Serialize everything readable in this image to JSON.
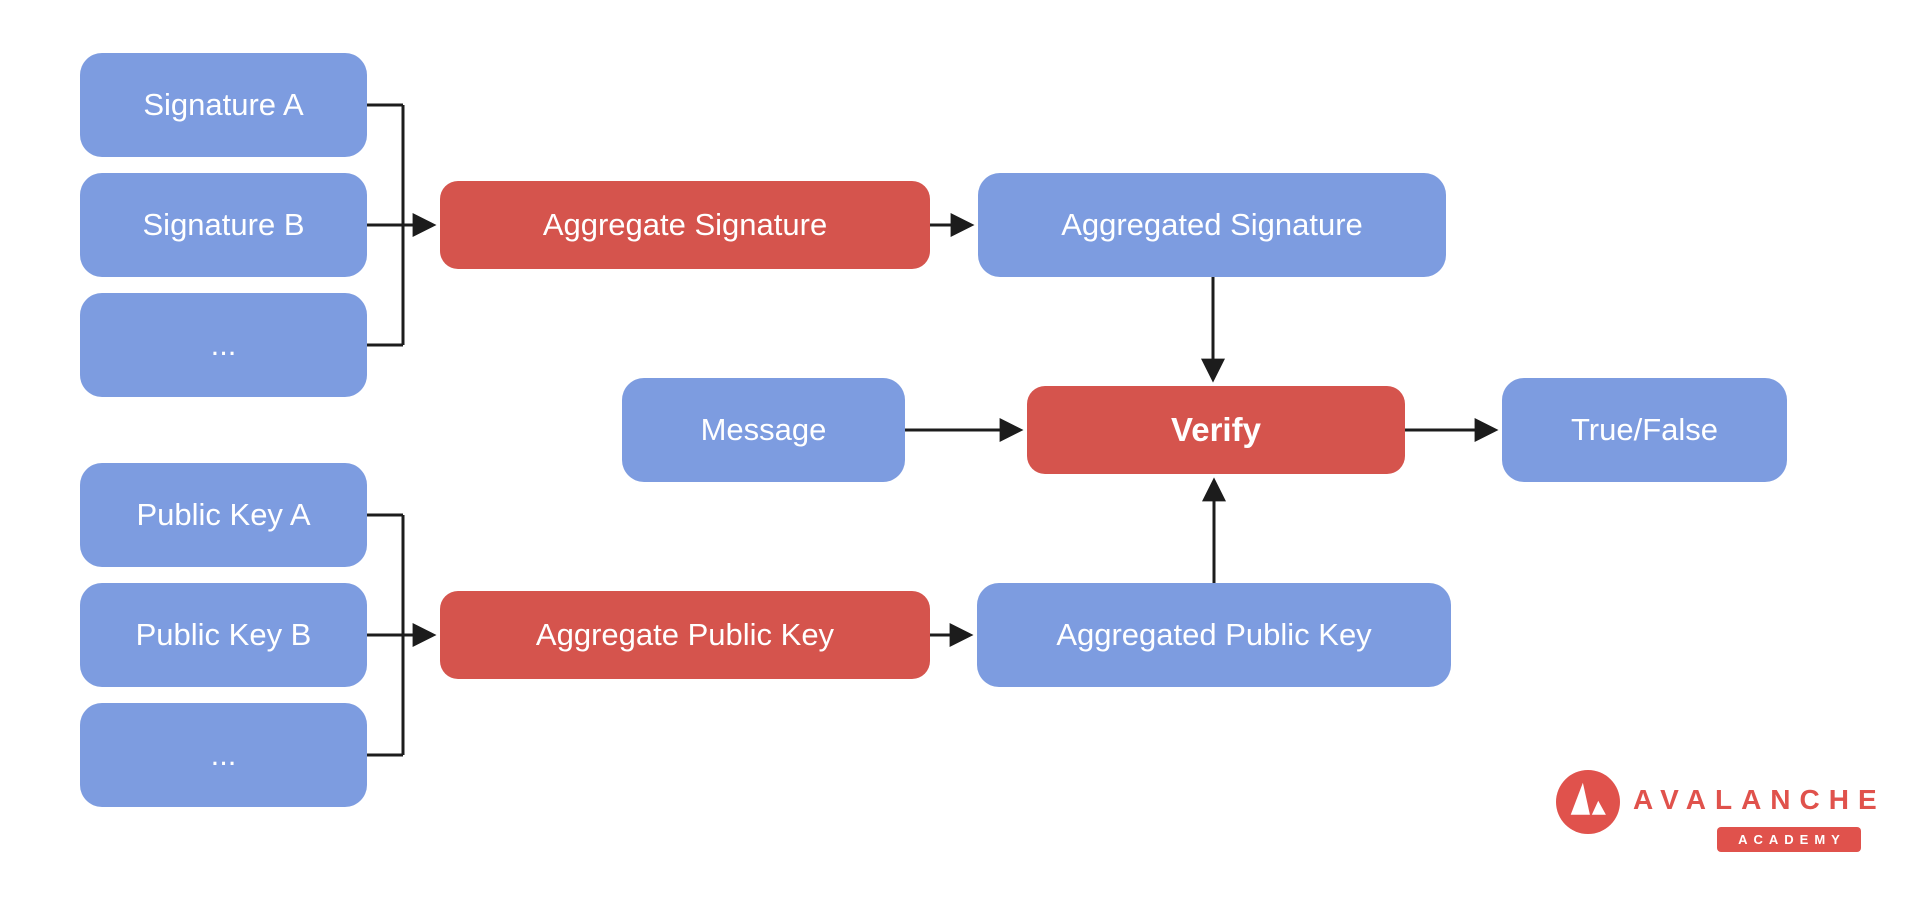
{
  "diagram": {
    "type": "flowchart",
    "topic": "BLS signature aggregation and verification",
    "colors": {
      "background": "#ffffff",
      "input_node_blue": "#7d9ce0",
      "operation_node_red": "#d5544d",
      "connector_black": "#1c1c1c",
      "brand_red": "#e0524c",
      "node_text": "#ffffff"
    },
    "nodes": {
      "signature_a": {
        "label": "Signature A"
      },
      "signature_b": {
        "label": "Signature B"
      },
      "signature_ellipsis": {
        "label": "..."
      },
      "aggregate_signature": {
        "label": "Aggregate Signature"
      },
      "aggregated_signature": {
        "label": "Aggregated Signature"
      },
      "message": {
        "label": "Message"
      },
      "verify": {
        "label": "Verify"
      },
      "true_false": {
        "label": "True/False"
      },
      "public_key_a": {
        "label": "Public Key A"
      },
      "public_key_b": {
        "label": "Public Key B"
      },
      "public_key_ellipsis": {
        "label": "..."
      },
      "aggregate_public_key": {
        "label": "Aggregate Public Key"
      },
      "aggregated_public_key": {
        "label": "Aggregated Public Key"
      }
    },
    "edges": [
      "signatures -> aggregate_signature",
      "aggregate_signature -> aggregated_signature",
      "aggregated_signature -> verify",
      "message -> verify",
      "verify -> true_false",
      "public_keys -> aggregate_public_key",
      "aggregate_public_key -> aggregated_public_key",
      "aggregated_public_key -> verify"
    ],
    "logo": {
      "brand": "AVALANCHE",
      "badge": "ACADEMY"
    }
  }
}
